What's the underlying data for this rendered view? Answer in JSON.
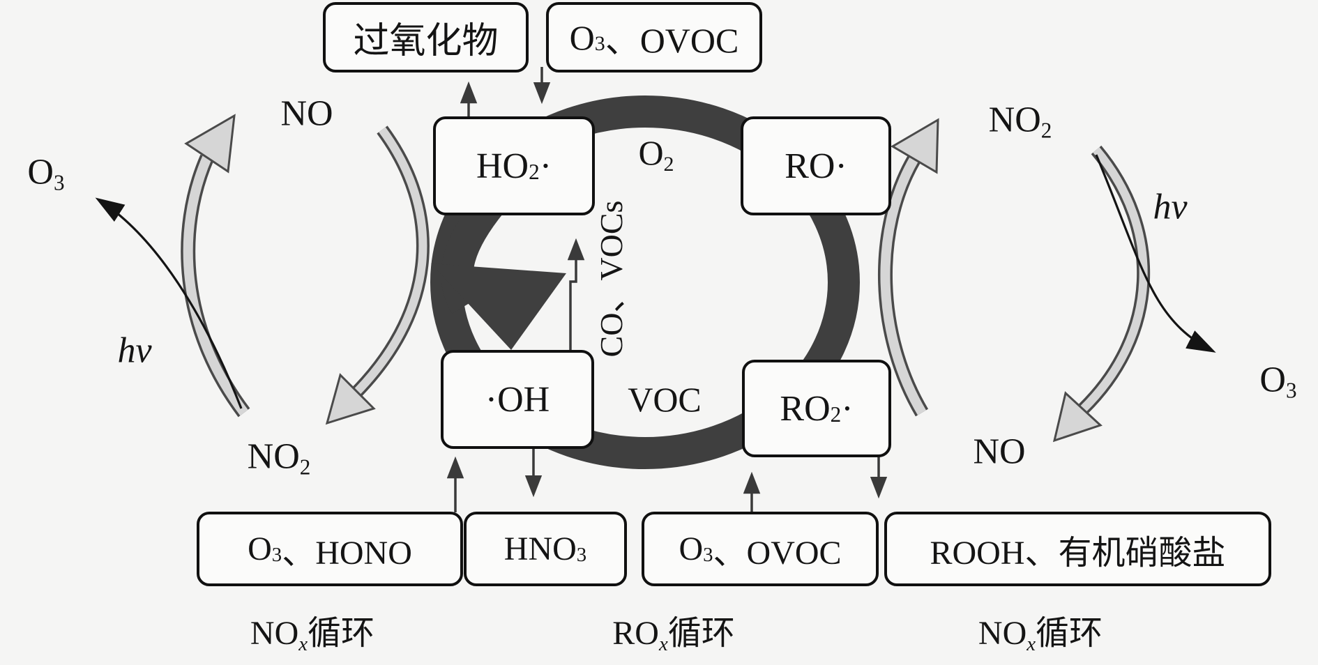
{
  "diagram": {
    "kind": "atmospheric-chemistry-cycle",
    "colors": {
      "background": "#f5f5f4",
      "ring_dark": "#3f3f3f",
      "gray_arrow_fill": "#d6d6d6",
      "gray_arrow_outline": "#4a4a4a",
      "thin_arrow": "#2e2e2e",
      "black_arrow": "#141414",
      "box_border": "#101010",
      "box_fill": "#fbfbfa",
      "text": "#141414"
    },
    "boxes": {
      "peroxide": [
        {
          "t": "过氧化物"
        }
      ],
      "ovoc_top": [
        {
          "t": "O"
        },
        {
          "t": "3",
          "s": "sub"
        },
        {
          "t": "、OVOC"
        }
      ],
      "ho2": [
        {
          "t": "HO"
        },
        {
          "t": "2",
          "s": "sub"
        },
        {
          "t": "·"
        }
      ],
      "ro": [
        {
          "t": "RO·"
        }
      ],
      "oh": [
        {
          "t": "·OH"
        }
      ],
      "ro2": [
        {
          "t": "RO"
        },
        {
          "t": "2",
          "s": "sub"
        },
        {
          "t": "·"
        }
      ],
      "o3_hono": [
        {
          "t": "O"
        },
        {
          "t": "3",
          "s": "sub"
        },
        {
          "t": "、HONO"
        }
      ],
      "hno3": [
        {
          "t": "HNO"
        },
        {
          "t": "3",
          "s": "sub"
        }
      ],
      "o3_ovoc_bottom": [
        {
          "t": "O"
        },
        {
          "t": "3",
          "s": "sub"
        },
        {
          "t": "、OVOC"
        }
      ],
      "rooh": [
        {
          "t": "ROOH、有机硝酸盐"
        }
      ]
    },
    "ring_labels": {
      "o2": [
        {
          "t": "O"
        },
        {
          "t": "2",
          "s": "sub"
        }
      ],
      "voc": [
        {
          "t": "VOC"
        }
      ],
      "co_vocs": [
        {
          "t": "CO、VOCs"
        }
      ]
    },
    "left_cycle": {
      "no": [
        {
          "t": "NO"
        }
      ],
      "o3": [
        {
          "t": "O"
        },
        {
          "t": "3",
          "s": "sub"
        }
      ],
      "hv": [
        {
          "t": "hv",
          "s": "i"
        }
      ],
      "no2": [
        {
          "t": "NO"
        },
        {
          "t": "2",
          "s": "sub"
        }
      ]
    },
    "right_cycle": {
      "no2": [
        {
          "t": "NO"
        },
        {
          "t": "2",
          "s": "sub"
        }
      ],
      "hv": [
        {
          "t": "hv",
          "s": "i"
        }
      ],
      "o3": [
        {
          "t": "O"
        },
        {
          "t": "3",
          "s": "sub"
        }
      ],
      "no": [
        {
          "t": "NO"
        }
      ]
    },
    "captions": {
      "nox_left": [
        {
          "t": "NO"
        },
        {
          "t": "x",
          "s": "subi"
        },
        {
          "t": "循环"
        }
      ],
      "rox_mid": [
        {
          "t": "RO"
        },
        {
          "t": "x",
          "s": "subi"
        },
        {
          "t": "循环"
        }
      ],
      "nox_right": [
        {
          "t": "NO"
        },
        {
          "t": "x",
          "s": "subi"
        },
        {
          "t": "循环"
        }
      ]
    }
  }
}
